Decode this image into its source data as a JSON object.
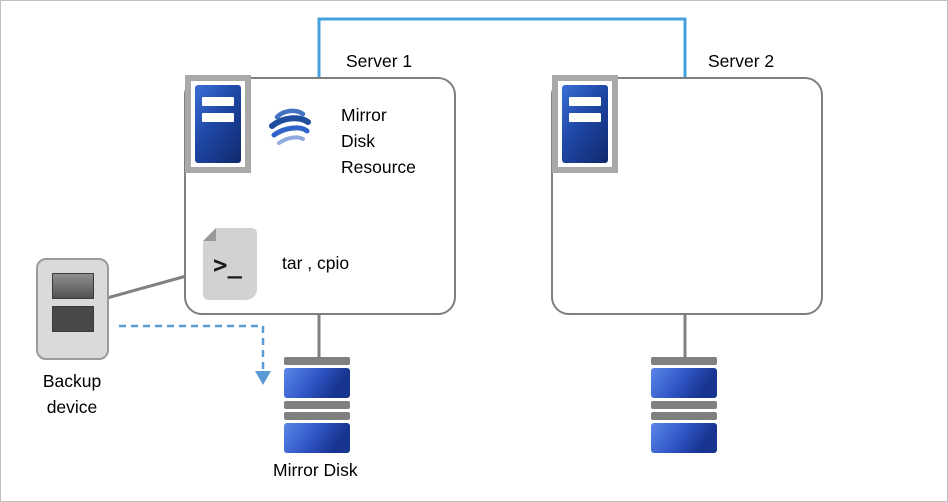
{
  "colors": {
    "link_blue": "#44a1dc",
    "line_gray": "#808080",
    "box_gray": "#7f7f7f",
    "dash_blue": "#5b9bd5",
    "server_blue": "#1e47a6",
    "disk_blue": "#2f55c5",
    "icon_gray": "#d2d2d2"
  },
  "nodes": {
    "server1": {
      "label": "Server 1"
    },
    "server2": {
      "label": "Server 2"
    },
    "mirror_disk_resource": {
      "label": "Mirror Disk Resource"
    },
    "script": {
      "label": "tar , cpio",
      "glyph": ">_"
    },
    "backup_device": {
      "label": "Backup device"
    },
    "mirror_disk": {
      "label": "Mirror Disk"
    }
  }
}
